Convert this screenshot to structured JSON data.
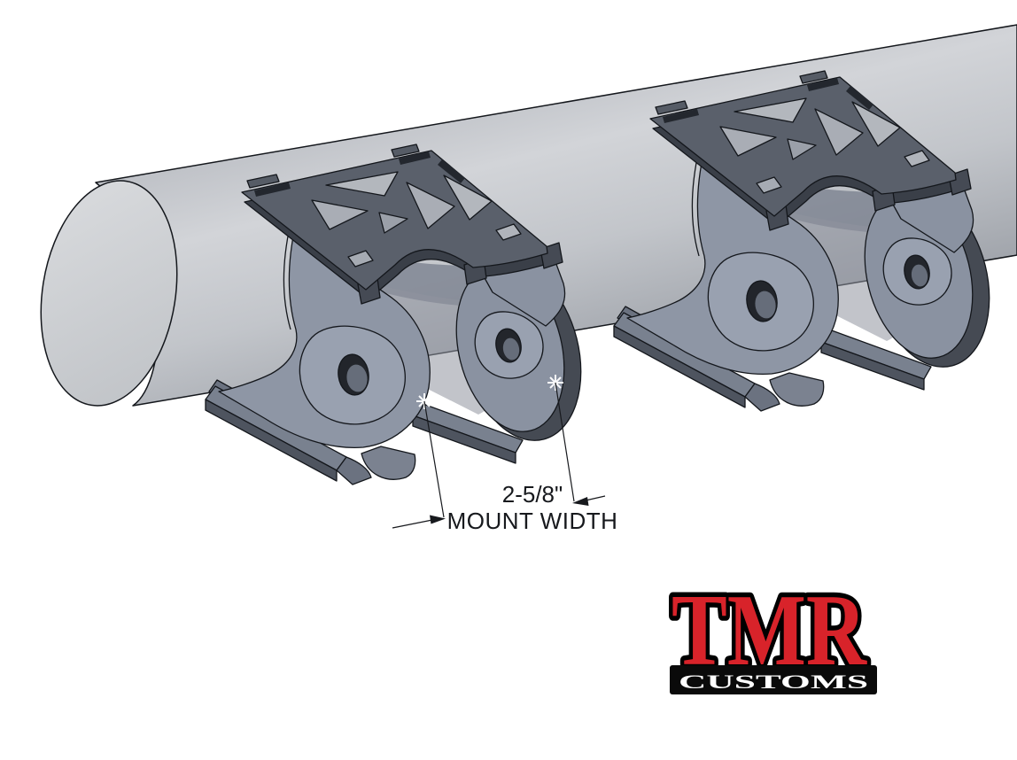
{
  "dimension": {
    "value": "2-5/8\"",
    "label": "MOUNT WIDTH"
  },
  "logo": {
    "brand": "TMR",
    "subtitle": "CUSTOMS",
    "brand_color": "#d8232a",
    "bar_color": "#0a0a0a",
    "subtitle_color": "#ffffff"
  },
  "colors": {
    "background": "#ffffff",
    "tube_gray": "#c6c9cd",
    "tube_shadow": "#9da1a8",
    "bracket_side_gray": "#8e96a5",
    "bracket_plate_gray": "#5a606b",
    "bracket_edge_dark": "#454a53",
    "outline": "#14171c",
    "accent_red": "#d8232a"
  }
}
